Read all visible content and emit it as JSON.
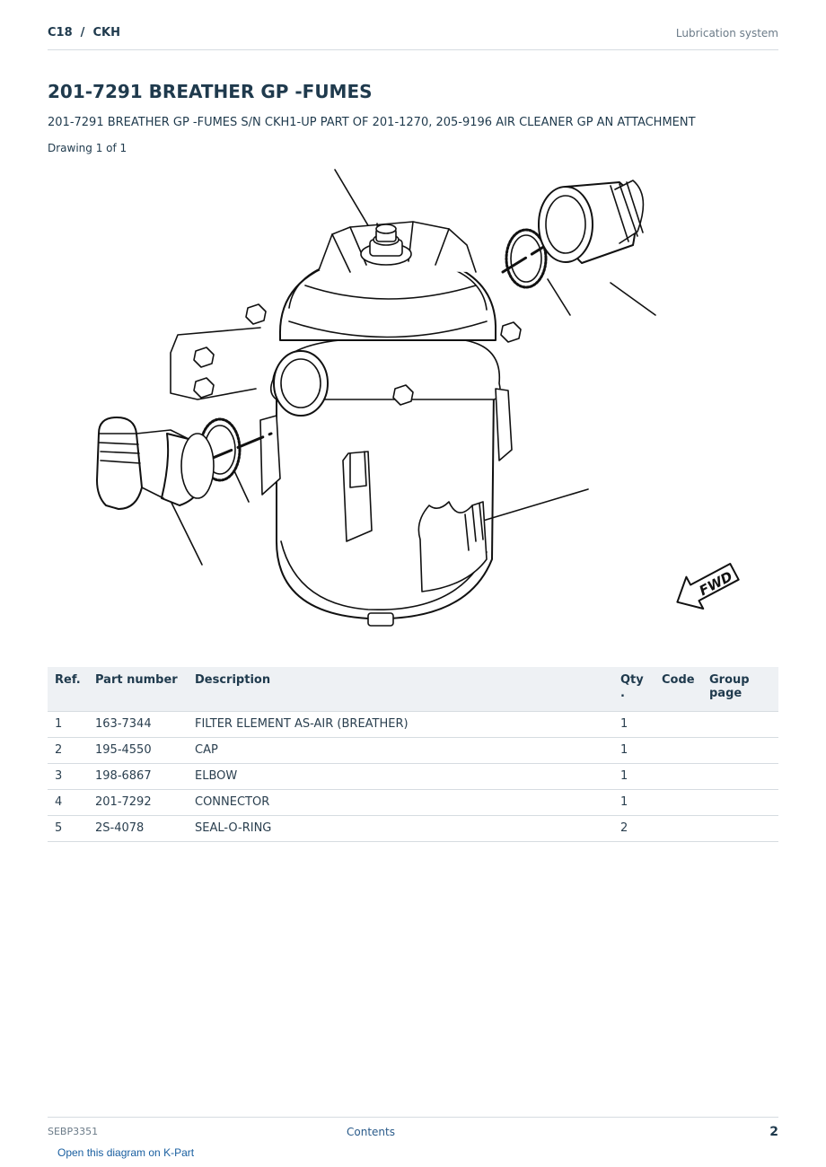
{
  "header": {
    "crumb": "C18  /  CKH",
    "section": "Lubrication system"
  },
  "title": "201-7291 BREATHER GP -FUMES",
  "subtitle": "201-7291 BREATHER GP -FUMES S/N CKH1-UP PART OF 201-1270, 205-9196 AIR CLEANER GP AN ATTACHMENT",
  "drawing_label": "Drawing 1 of 1",
  "diagram": {
    "fwd_label": "FWD",
    "icons": [
      "breather-housing-drawing",
      "fwd-arrow-icon"
    ]
  },
  "table": {
    "headers": {
      "ref": "Ref.",
      "part_number": "Part number",
      "description": "Description",
      "qty": "Qty\n.",
      "code": "Code",
      "group_page": "Group page"
    },
    "rows": [
      {
        "ref": "1",
        "part_number": "163-7344",
        "description": "FILTER ELEMENT AS-AIR (BREATHER)",
        "qty": "1",
        "code": "",
        "group_page": ""
      },
      {
        "ref": "2",
        "part_number": "195-4550",
        "description": "CAP",
        "qty": "1",
        "code": "",
        "group_page": ""
      },
      {
        "ref": "3",
        "part_number": "198-6867",
        "description": "ELBOW",
        "qty": "1",
        "code": "",
        "group_page": ""
      },
      {
        "ref": "4",
        "part_number": "201-7292",
        "description": "CONNECTOR",
        "qty": "1",
        "code": "",
        "group_page": ""
      },
      {
        "ref": "5",
        "part_number": "2S-4078",
        "description": "SEAL-O-RING",
        "qty": "2",
        "code": "",
        "group_page": ""
      }
    ]
  },
  "footer": {
    "doc_id": "SEBP3351",
    "contents": "Contents",
    "page": "2",
    "kpart_link": "Open this diagram on K-Part"
  },
  "colors": {
    "text": "#1f3a4d",
    "muted": "#6b7b88",
    "link": "#1a5fa0",
    "header_bg": "#eef1f4",
    "rule": "#d6dce1"
  }
}
